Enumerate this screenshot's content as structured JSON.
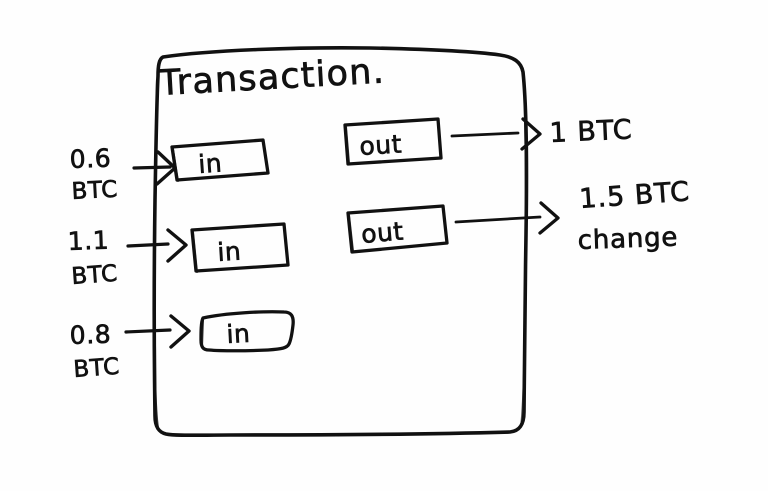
{
  "diagram": {
    "kind": "hand-drawn-sketch",
    "title": "Transaction.",
    "ink_color": "#111111",
    "background_color": "#fefefe",
    "container_label": "transaction-box"
  },
  "inputs": [
    {
      "amount": "0.6",
      "unit": "BTC",
      "box_label": "in",
      "arrow": "right-arrow"
    },
    {
      "amount": "1.1",
      "unit": "BTC",
      "box_label": "in",
      "arrow": "right-arrow"
    },
    {
      "amount": "0.8",
      "unit": "BTC",
      "box_label": "in",
      "arrow": "right-arrow"
    }
  ],
  "outputs": [
    {
      "box_label": "out",
      "amount": "1 BTC",
      "note": "",
      "arrow": "right-arrow"
    },
    {
      "box_label": "out",
      "amount": "1.5 BTC",
      "note": "change",
      "arrow": "right-arrow"
    }
  ]
}
